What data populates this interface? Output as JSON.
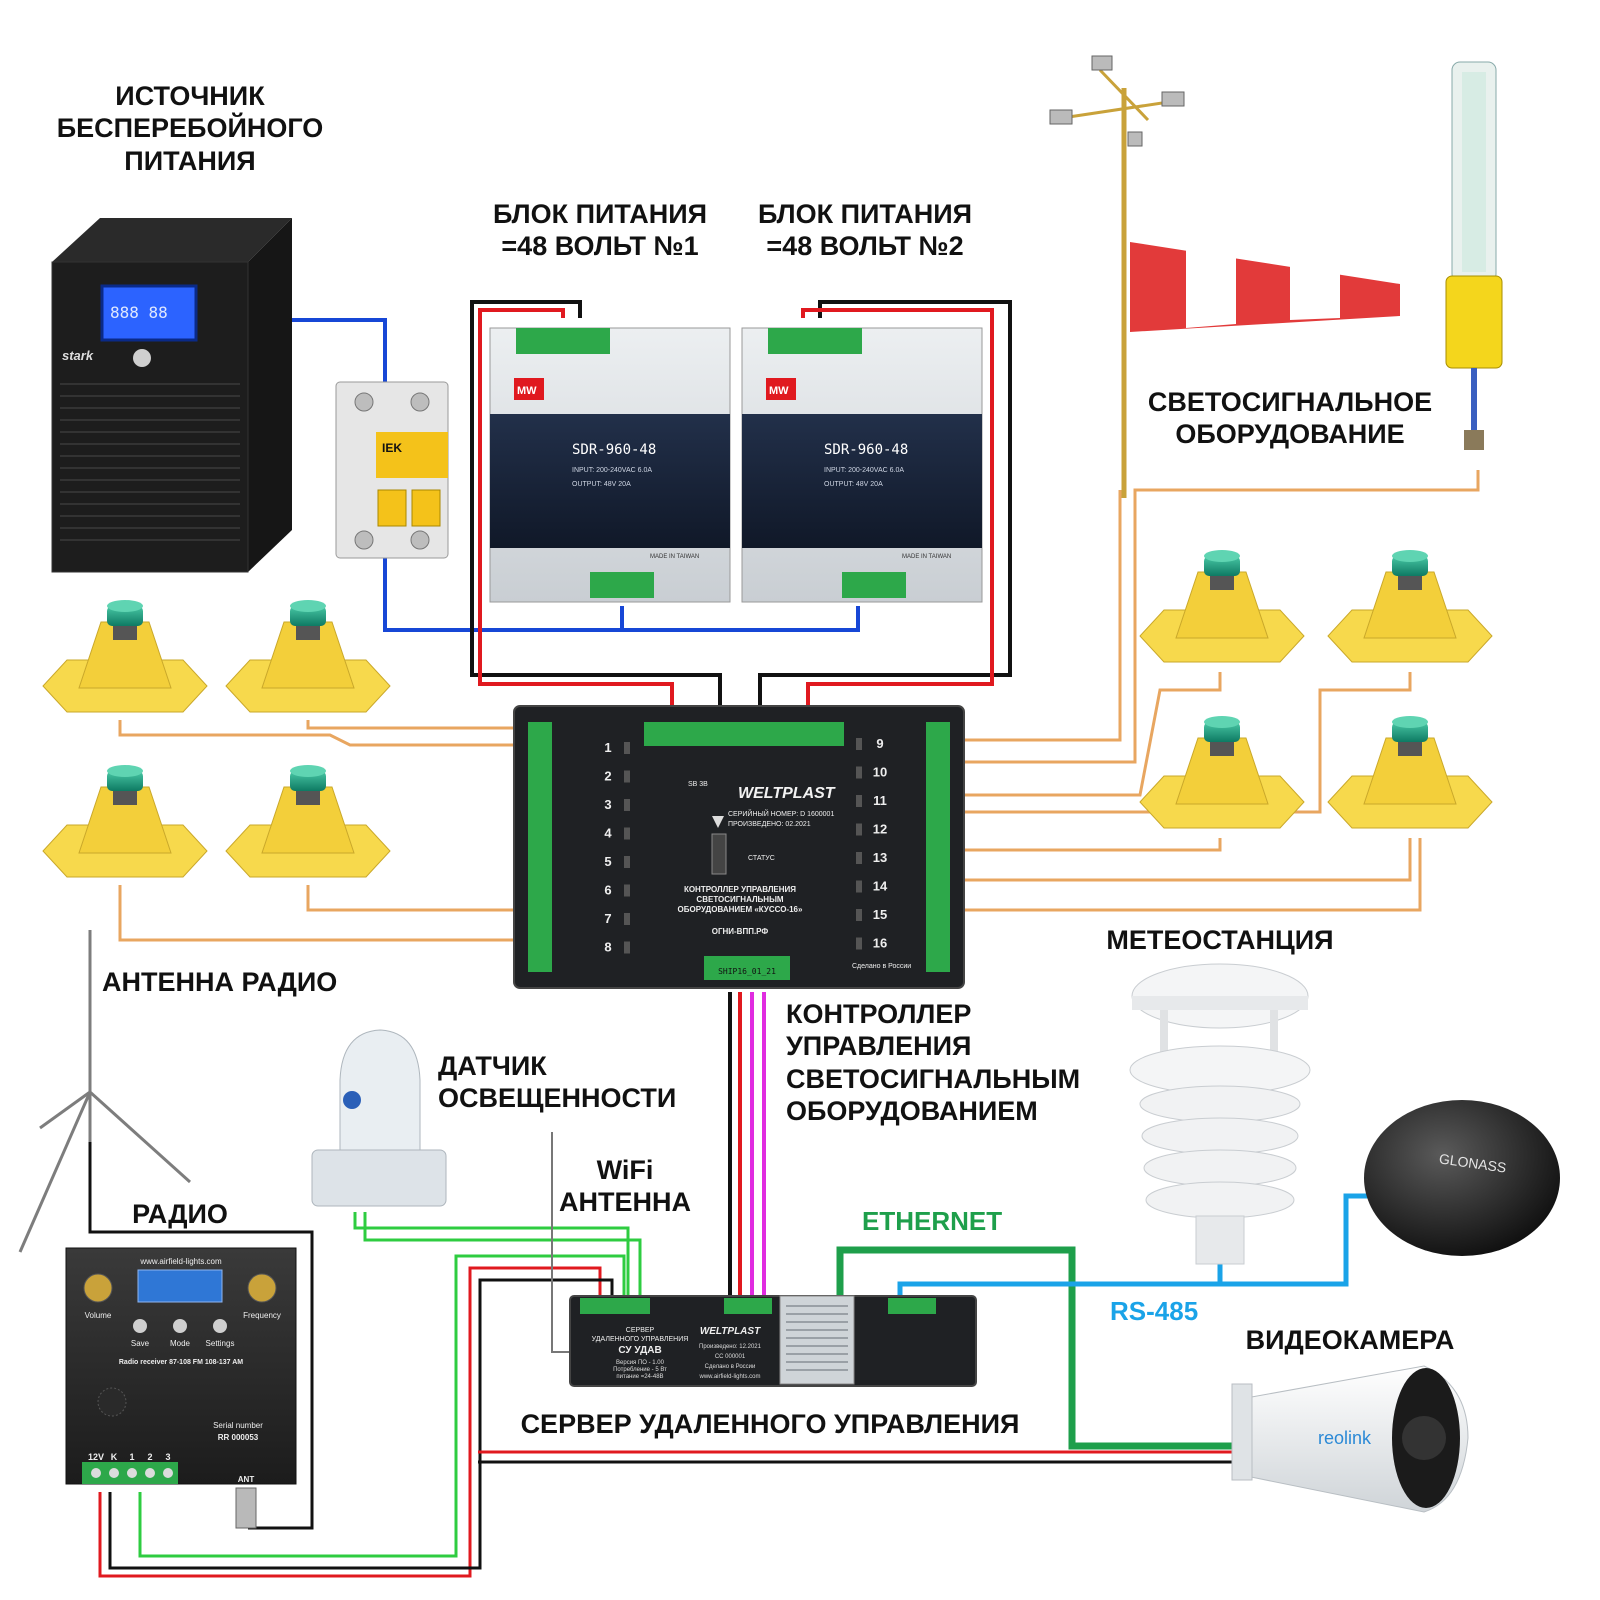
{
  "labels": {
    "ups": [
      "ИСТОЧНИК",
      "БЕСПЕРЕБОЙНОГО",
      "ПИТАНИЯ"
    ],
    "psu1": [
      "БЛОК ПИТАНИЯ",
      "=48 ВОЛЬТ №1"
    ],
    "psu2": [
      "БЛОК ПИТАНИЯ",
      "=48 ВОЛЬТ №2"
    ],
    "signal_equipment": [
      "СВЕТОСИГНАЛЬНОЕ",
      "ОБОРУДОВАНИЕ"
    ],
    "radio_antenna": "АНТЕННА РАДИО",
    "weather_station": "МЕТЕОСТАНЦИЯ",
    "controller": [
      "КОНТРОЛЛЕР",
      "УПРАВЛЕНИЯ",
      "СВЕТОСИГНАЛЬНЫМ",
      "ОБОРУДОВАНИЕМ"
    ],
    "light_sensor": [
      "ДАТЧИК",
      "ОСВЕЩЕННОСТИ"
    ],
    "wifi_antenna": [
      "WiFi",
      "АНТЕННА"
    ],
    "radio": "РАДИО",
    "ethernet": "ETHERNET",
    "rs485": "RS-485",
    "camera": "ВИДЕОКАМЕРА",
    "server": "СЕРВЕР УДАЛЕННОГО УПРАВЛЕНИЯ"
  },
  "device_text": {
    "ups_brand": "stark",
    "psu_model": "SDR-960-48",
    "psu_brand": "MW",
    "psu_input": "INPUT: 200-240VAC 6.0A",
    "psu_output": "OUTPUT: 48V 20A",
    "psu_made": "MADE IN TAIWAN",
    "breaker_brand": "IEK",
    "controller_brand": "WELTPLAST",
    "controller_serial": "СЕРИЙНЫЙ НОМЕР: D 1600001",
    "controller_date": "ПРОИЗВЕДЕНО: 02.2021",
    "controller_status": "СТАТУС",
    "controller_title": [
      "КОНТРОЛЛЕР УПРАВЛЕНИЯ",
      "СВЕТОСИГНАЛЬНЫМ",
      "ОБОРУДОВАНИЕМ «КУССО-16»"
    ],
    "controller_site": "ОГНИ-ВПП.РФ",
    "controller_made": "Сделано в России",
    "controller_board": "SHIP16_01_21",
    "controller_sb": "SB 3B",
    "channels_left": [
      "1",
      "2",
      "3",
      "4",
      "5",
      "6",
      "7",
      "8"
    ],
    "channels_right": [
      "9",
      "10",
      "11",
      "12",
      "13",
      "14",
      "15",
      "16"
    ],
    "radio_site": "www.airfield-lights.com",
    "radio_knob_left": "Volume",
    "radio_knob_right": "Frequency",
    "radio_buttons": [
      "Save",
      "Mode",
      "Settings"
    ],
    "radio_model": "Radio receiver 87-108 FM  108-137 AM",
    "radio_serial_label": "Serial number",
    "radio_serial": "RR 000053",
    "radio_terminals": [
      "12V",
      "K",
      "1",
      "2",
      "3"
    ],
    "radio_ant": "ANT",
    "server_brand": "WELTPLAST",
    "server_title": [
      "СЕРВЕР",
      "УДАЛЕННОГО УПРАВЛЕНИЯ",
      "СУ УДАВ"
    ],
    "server_info": [
      "Версия ПО - 1.00",
      "Потребление - 5 Вт",
      "питание =24-48В"
    ],
    "server_date": "Произведено: 12.2021",
    "server_serial": "СС 000001",
    "server_made": "Сделано в России",
    "server_site": "www.airfield-lights.com",
    "glonass": "GLONASS",
    "camera_brand": "reolink"
  },
  "colors": {
    "power_red": "#e0191f",
    "wire_black": "#111111",
    "ac_blue": "#1747d6",
    "signal_orange": "#e8a660",
    "green_wire": "#2ecc40",
    "ethernet": "#1e9f4b",
    "rs485": "#1aa3e8",
    "magenta": "#e02be0",
    "light_yellow": "#f7d94c",
    "light_green": "#17a88a"
  }
}
